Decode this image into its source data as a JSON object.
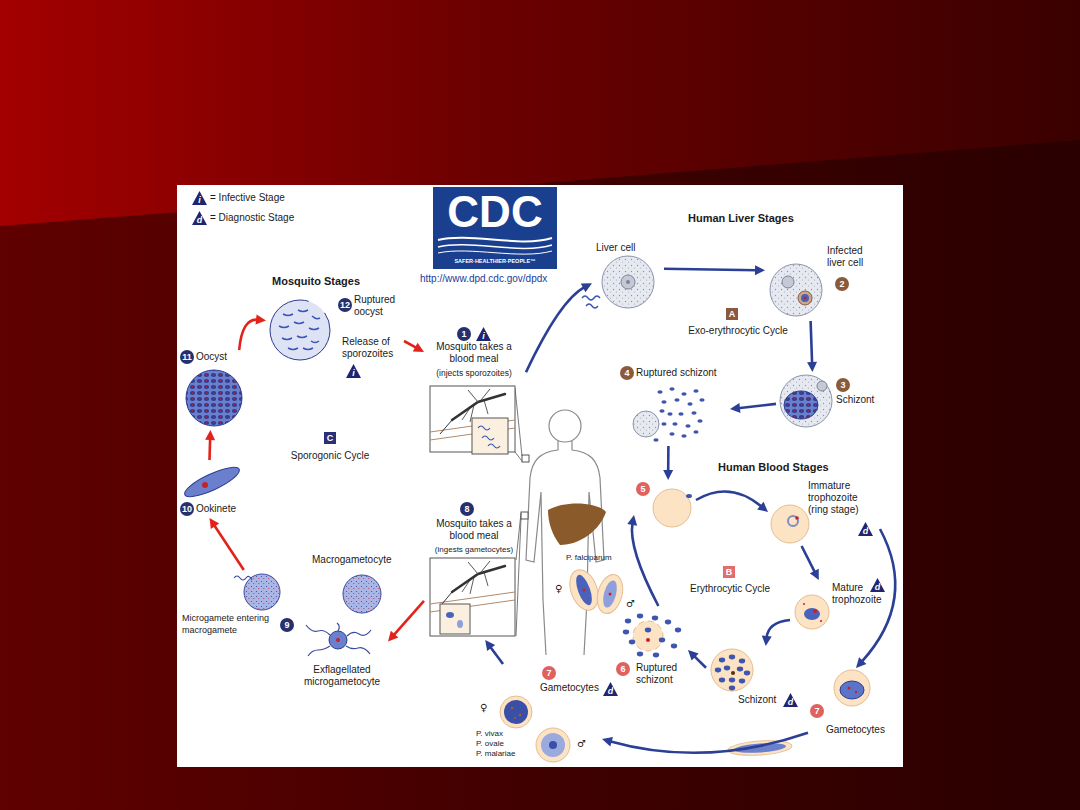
{
  "diagram": {
    "nodes": [
      {
        "text": [
          "1",
          "Mosquito takes a blood meal",
          "(injects sporozoites)"
        ]
      },
      {
        "text": [
          "Liver cell"
        ]
      },
      {
        "text": [
          "2",
          "Infected liver cell"
        ]
      },
      {
        "text": [
          "3",
          "Schizont"
        ]
      },
      {
        "text": [
          "4",
          "Ruptured schizont"
        ]
      },
      {
        "text": [
          "5"
        ]
      },
      {
        "text": [
          "Immature trophozoite (ring stage)"
        ]
      },
      {
        "text": [
          "Mature trophozoite"
        ]
      },
      {
        "text": [
          "Schizont"
        ]
      },
      {
        "text": [
          "6",
          "Ruptured schizont"
        ]
      },
      {
        "text": [
          "7",
          "Gametocytes"
        ]
      },
      {
        "text": [
          "7",
          "Gametocytes"
        ]
      },
      {
        "text": [
          "8",
          "Mosquito takes a blood meal",
          "(ingests gametocytes)"
        ]
      },
      {
        "text": [
          "Macrogametocyte"
        ]
      },
      {
        "text": [
          "Exflagellated microgametocyte"
        ]
      },
      {
        "text": [
          "Microgamete entering macrogamete",
          "9"
        ]
      },
      {
        "text": [
          "10",
          "Ookinete"
        ]
      },
      {
        "text": [
          "11",
          "Oocyst"
        ]
      },
      {
        "text": [
          "12",
          "Ruptured oocyst",
          "Release of sporozoites"
        ]
      }
    ],
    "edges": [
      {
        "from": 0,
        "to": 1,
        "arrow": "to"
      },
      {
        "from": 1,
        "to": 2,
        "arrow": "to"
      },
      {
        "from": 2,
        "to": 3,
        "arrow": "to"
      },
      {
        "from": 3,
        "to": 4,
        "arrow": "to"
      },
      {
        "from": 4,
        "to": 5,
        "arrow": "to"
      },
      {
        "from": 5,
        "to": 6,
        "arrow": "to"
      },
      {
        "from": 6,
        "to": 7,
        "arrow": "to"
      },
      {
        "from": 7,
        "to": 8,
        "arrow": "to"
      },
      {
        "from": 8,
        "to": 9,
        "arrow": "to"
      },
      {
        "from": 9,
        "to": 5,
        "arrow": "to"
      },
      {
        "from": 6,
        "to": 10,
        "arrow": "to"
      },
      {
        "from": 10,
        "to": 11,
        "arrow": "to"
      },
      {
        "from": 11,
        "to": 12,
        "arrow": "to"
      },
      {
        "from": 12,
        "to": 14,
        "arrow": "to"
      },
      {
        "from": 15,
        "to": 16,
        "arrow": "to"
      },
      {
        "from": 16,
        "to": 17,
        "arrow": "to"
      },
      {
        "from": 17,
        "to": 18,
        "arrow": "to"
      },
      {
        "from": 18,
        "to": 0,
        "arrow": "to"
      }
    ],
    "labels": [
      "i",
      "d",
      "CDC",
      "SAFER·HEALTHIER·PEOPLE™",
      "http://www.dpd.cdc.gov/dpdx",
      "Human Liver Stages",
      "A",
      "Exo-erythrocytic Cycle",
      "Mosquito Stages",
      "i",
      "i",
      "C",
      "Sporogonic Cycle",
      "Human Blood Stages",
      "d",
      "B",
      "Erythrocytic Cycle",
      "d",
      "d",
      "P. falciparum",
      "♀",
      "♂",
      "d",
      "♀",
      "P. vivax",
      "P. ovale",
      "P. malariae",
      "♂"
    ],
    "legend": [
      {
        "text": "= Infective Stage"
      },
      {
        "text": "= Diagnostic Stage"
      }
    ]
  }
}
